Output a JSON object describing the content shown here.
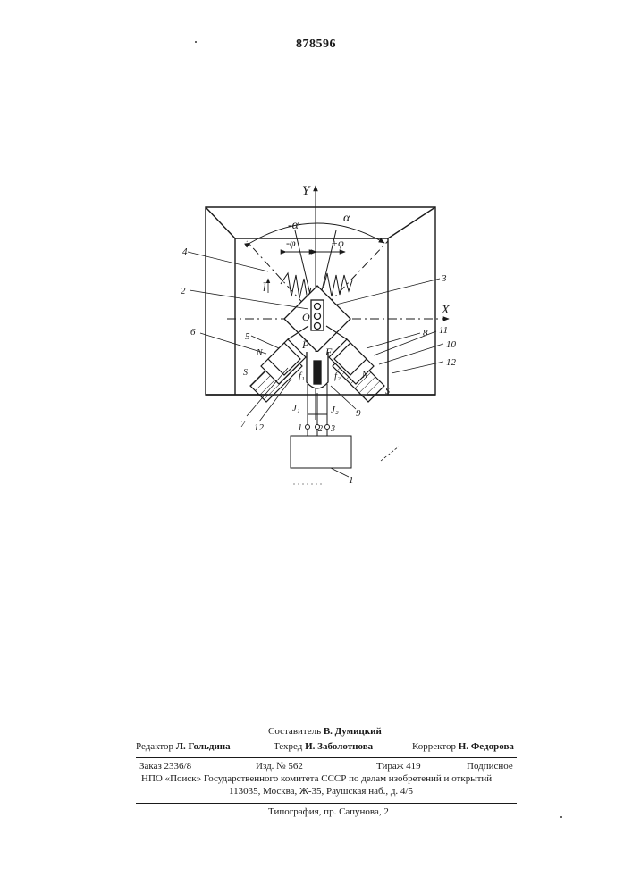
{
  "patent_number": "878596",
  "figure_labels": {
    "axis_y": "Y",
    "axis_x": "X",
    "alpha_left": "-α",
    "alpha_right": "α",
    "phi_left": "-φ",
    "phi_right": "+φ",
    "origin": "O",
    "vec_l": "l̄",
    "vec_P": "P̄",
    "vec_F": "F",
    "n_left": "N",
    "s_left": "S",
    "n_right": "N",
    "s_right": "S",
    "f1": "f₁",
    "f2": "f₂",
    "j1": "J₁",
    "j2": "J₂",
    "t1": "1",
    "t2": "2",
    "t3": "3",
    "ref_1": "1",
    "ref_2": "2",
    "ref_3": "3",
    "ref_4": "4",
    "ref_5": "5",
    "ref_6": "6",
    "ref_7": "7",
    "ref_8": "8",
    "ref_9": "9",
    "ref_10": "10",
    "ref_11": "11",
    "ref_12a": "12",
    "ref_12b": "12"
  },
  "credits": {
    "compiler_label": "Составитель",
    "compiler_name": "В. Думицкий",
    "editor_label": "Редактор",
    "editor_name": "Л. Гольдина",
    "techred_label": "Техред",
    "techred_name": "И. Заболотнова",
    "corrector_label": "Корректор",
    "corrector_name": "Н. Федорова",
    "order": "Заказ 2336/8",
    "edition": "Изд. № 562",
    "circulation": "Тираж 419",
    "subscription": "Подписное",
    "org": "НПО «Поиск» Государственного комитета СССР по делам изобретений и открытий",
    "address": "113035, Москва, Ж-35, Раушская наб., д. 4/5",
    "printing": "Типография, пр. Сапунова, 2"
  }
}
